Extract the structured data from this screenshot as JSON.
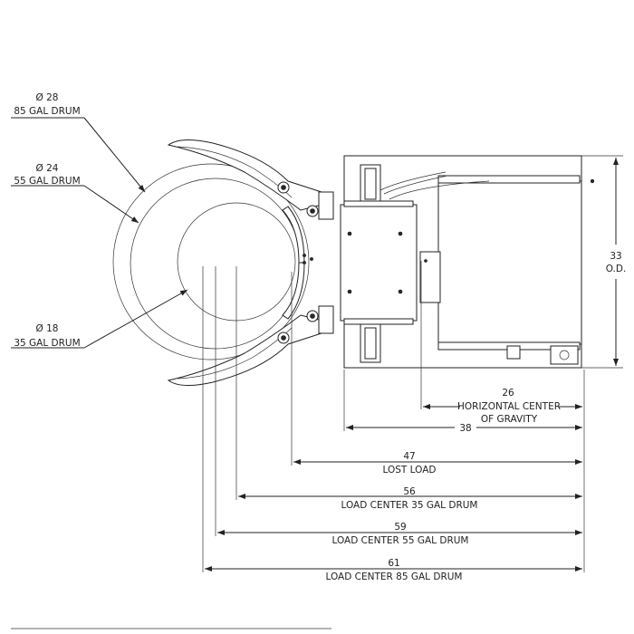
{
  "callouts": {
    "drum85": {
      "dia": "Ø 28",
      "name": "85 GAL DRUM"
    },
    "drum55": {
      "dia": "Ø 24",
      "name": "55 GAL DRUM"
    },
    "drum35": {
      "dia": "Ø 18",
      "name": "35 GAL DRUM"
    }
  },
  "od": {
    "value": "33",
    "unit": "O.D."
  },
  "dims": [
    {
      "value": "26",
      "label": "HORIZONTAL CENTER",
      "label2": "OF GRAVITY"
    },
    {
      "value": "38",
      "label": ""
    },
    {
      "value": "47",
      "label": "LOST LOAD"
    },
    {
      "value": "56",
      "label": "LOAD CENTER 35 GAL DRUM"
    },
    {
      "value": "59",
      "label": "LOAD CENTER 55 GAL DRUM"
    },
    {
      "value": "61",
      "label": "LOAD CENTER 85 GAL DRUM"
    }
  ]
}
